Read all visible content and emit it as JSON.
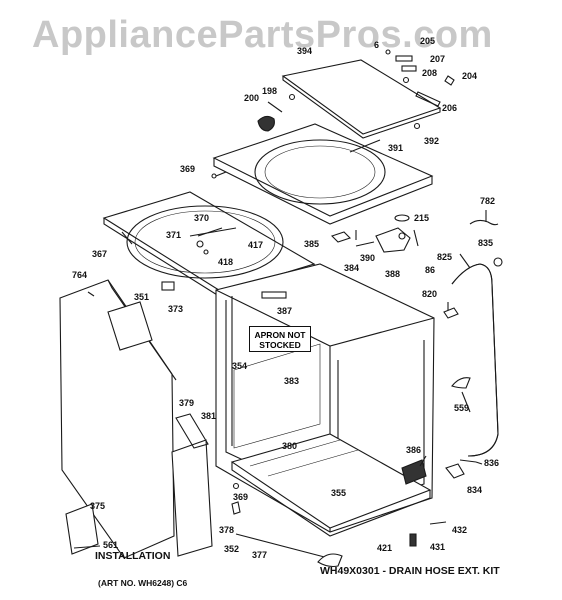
{
  "watermark": "AppliancePartsPros.com",
  "note_apron": [
    "APRON NOT",
    "STOCKED"
  ],
  "installation_label": "INSTALLATION",
  "kit_label": "WH49X0301 - DRAIN HOSE EXT. KIT",
  "art_no": "(ART NO. WH6248) C6",
  "part_numbers": {
    "p394": "394",
    "p198": "198",
    "p200": "200",
    "p205": "205",
    "p207": "207",
    "p208": "208",
    "p204": "204",
    "p206": "206",
    "p392": "392",
    "p391": "391",
    "p369a": "369",
    "p370": "370",
    "p371": "371",
    "p417": "417",
    "p418": "418",
    "p367": "367",
    "p782": "782",
    "p215": "215",
    "p385": "385",
    "p390": "390",
    "p384": "384",
    "p388": "388",
    "p86": "86",
    "p835": "835",
    "p825": "825",
    "p764": "764",
    "p351": "351",
    "p373": "373",
    "p387": "387",
    "p820": "820",
    "p354": "354",
    "p383": "383",
    "p379": "379",
    "p381": "381",
    "p559": "559",
    "p380": "380",
    "p386": "386",
    "p836": "836",
    "p834": "834",
    "p375": "375",
    "p355": "355",
    "p369b": "369",
    "p378": "378",
    "p432": "432",
    "p561": "561",
    "p352": "352",
    "p377": "377",
    "p421": "421",
    "p431": "431",
    "p6": "6"
  }
}
